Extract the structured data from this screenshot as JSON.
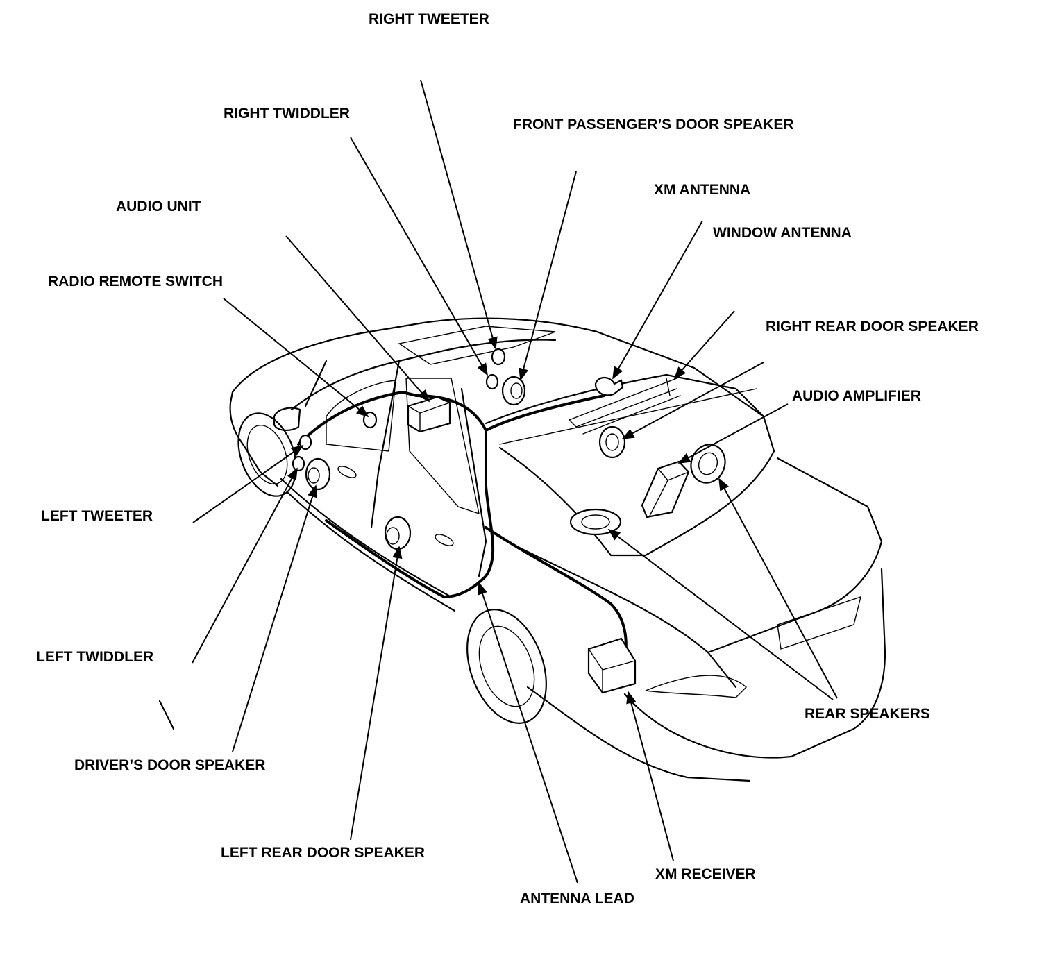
{
  "diagram": {
    "labels": {
      "right_tweeter": "RIGHT TWEETER",
      "right_twiddler": "RIGHT TWIDDLER",
      "front_passenger_door_speaker": "FRONT PASSENGER’S DOOR SPEAKER",
      "xm_antenna": "XM ANTENNA",
      "window_antenna": "WINDOW ANTENNA",
      "audio_unit": "AUDIO UNIT",
      "radio_remote_switch": "RADIO REMOTE SWITCH",
      "right_rear_door_speaker": "RIGHT REAR DOOR SPEAKER",
      "audio_amplifier": "AUDIO AMPLIFIER",
      "left_tweeter": "LEFT TWEETER",
      "left_twiddler": "LEFT TWIDDLER",
      "drivers_door_speaker": "DRIVER’S DOOR SPEAKER",
      "left_rear_door_speaker": "LEFT REAR DOOR SPEAKER",
      "rear_speakers": "REAR SPEAKERS",
      "xm_receiver": "XM RECEIVER",
      "antenna_lead": "ANTENNA LEAD"
    },
    "colors": {
      "line": "#000000",
      "background": "#ffffff"
    }
  }
}
